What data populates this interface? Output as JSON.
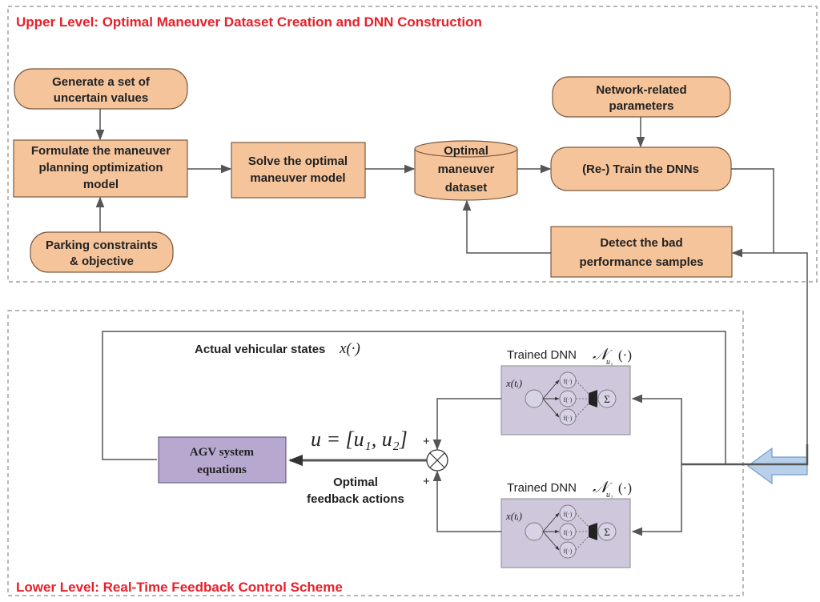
{
  "colors": {
    "title_red": "#e8202a",
    "box_fill": "#f6c49b",
    "box_stroke": "#7b5a3c",
    "agv_fill": "#b7a8cf",
    "agv_stroke": "#6b5a8a",
    "dnn_fill": "#cfc8dd",
    "arrow": "#555555",
    "dashed_border": "#8a8a8a",
    "big_arrow_fill": "#b9d0ea",
    "big_arrow_stroke": "#6f9ccc"
  },
  "upper": {
    "title": "Upper Level: Optimal Maneuver Dataset Creation and DNN Construction",
    "generate": [
      "Generate a set of",
      "uncertain values"
    ],
    "formulate": [
      "Formulate the maneuver",
      "planning optimization",
      "model"
    ],
    "parking": [
      "Parking constraints",
      "& objective"
    ],
    "solve": [
      "Solve the optimal",
      "maneuver model"
    ],
    "dataset": [
      "Optimal",
      "maneuver",
      "dataset"
    ],
    "network": [
      "Network-related",
      "parameters"
    ],
    "train": "(Re-) Train the DNNs",
    "detect": [
      "Detect the bad",
      "performance samples"
    ]
  },
  "lower": {
    "title": "Lower Level: Real-Time Feedback Control Scheme",
    "actual_states": "Actual vehicular states",
    "actual_states_math": "x(·)",
    "agv": [
      "AGV system",
      "equations"
    ],
    "u_math": "u = [u₁, u₂]",
    "optimal_feedback": [
      "Optimal",
      "feedback actions"
    ],
    "plus_top": "+",
    "plus_bottom": "+",
    "dnn1_label": "Trained DNN",
    "dnn1_math": "𝒩",
    "dnn1_sub": "u₁",
    "dnn1_arg": "(·)",
    "dnn2_label": "Trained DNN",
    "dnn2_math": "𝒩",
    "dnn2_sub": "u₂",
    "dnn2_arg": "(·)",
    "dnn_input": "x(tᵢ)",
    "neuron_f": "f(·)",
    "sum_symbol": "Σ"
  }
}
